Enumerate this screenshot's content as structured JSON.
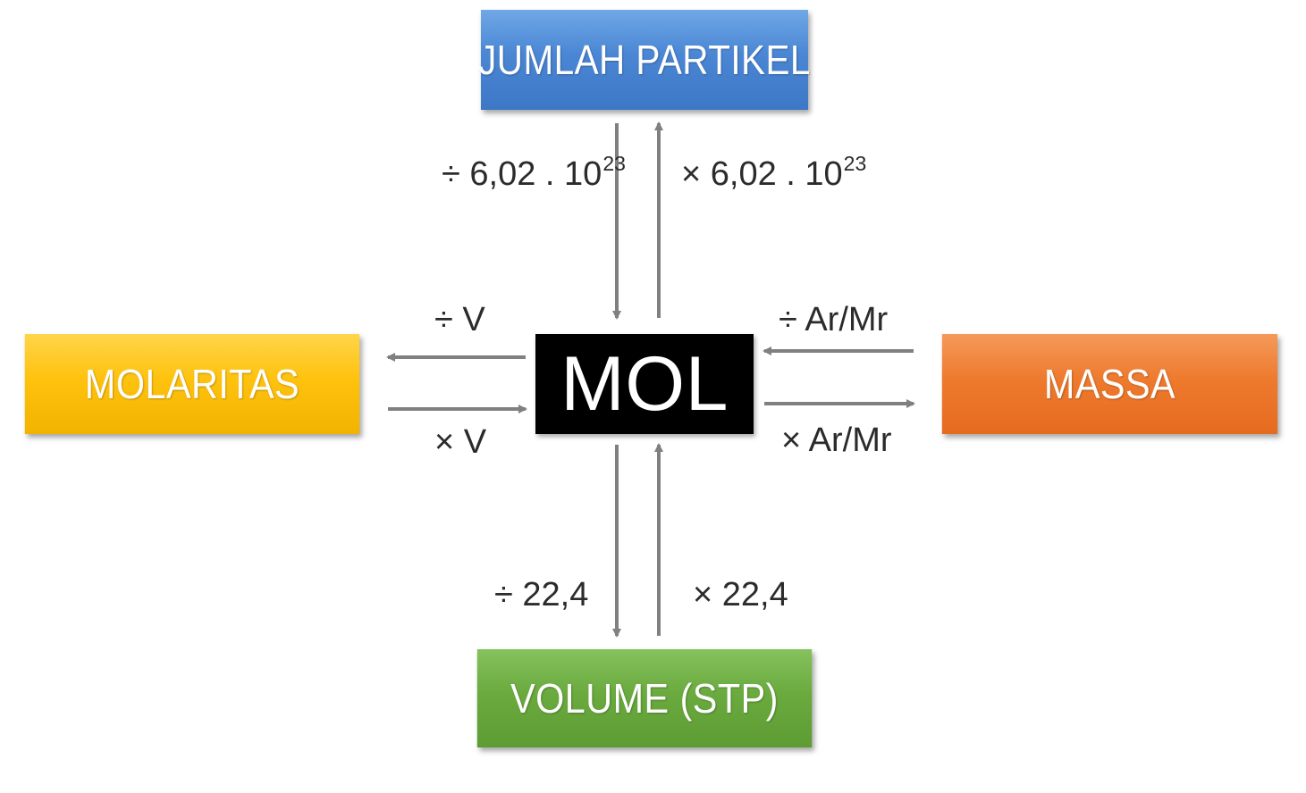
{
  "nodes": {
    "jumlah_partikel": "JUMLAH PARTIKEL",
    "molaritas": "MOLARITAS",
    "mol": "MOL",
    "massa": "MASSA",
    "volume": "VOLUME (STP)"
  },
  "labels": {
    "div_avogadro": "÷ 6,02 . 10",
    "div_avogadro_exp": "23",
    "mul_avogadro": "× 6,02 . 10",
    "mul_avogadro_exp": "23",
    "div_v": "÷ V",
    "mul_v": "× V",
    "div_armr": "÷ Ar/Mr",
    "mul_armr": "× Ar/Mr",
    "div_224": "÷ 22,4",
    "mul_224": "× 22,4"
  },
  "colors": {
    "jumlah_partikel": "#4a86d4",
    "molaritas": "#ffc20e",
    "mol": "#000000",
    "massa": "#ee7a2e",
    "volume": "#6aaa3e",
    "arrow": "#808080"
  }
}
